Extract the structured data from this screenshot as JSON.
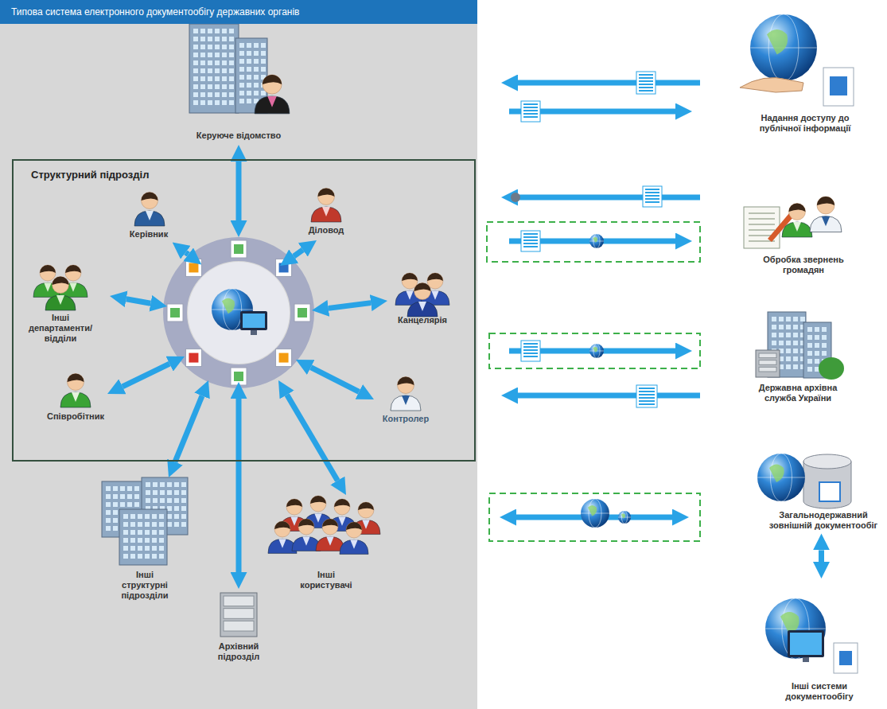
{
  "diagram": {
    "title": "Типова система електронного документообігу державних органів",
    "nodes": [
      {
        "text": [
          "Керуюче відомство"
        ]
      },
      {
        "text": [
          "Структурний підрозділ"
        ]
      },
      {
        "text": [
          "Керівник"
        ],
        "in": 1
      },
      {
        "text": [
          "Діловод"
        ],
        "in": 1
      },
      {
        "text": [
          "Інші департаменти/ відділи"
        ],
        "in": 1
      },
      {
        "text": [
          "Канцелярія"
        ],
        "in": 1
      },
      {
        "text": [
          "Співробітник"
        ],
        "in": 1
      },
      {
        "text": [
          "Контролер"
        ],
        "in": 1
      },
      {
        "text": [
          "Інші структурні підрозділи"
        ]
      },
      {
        "text": [
          "Архівний підрозділ"
        ]
      },
      {
        "text": [
          "Інші користувачі"
        ]
      },
      {
        "text": [
          "Надання доступу до публічної інформації"
        ]
      },
      {
        "text": [
          "Обробка звернень громадян"
        ]
      },
      {
        "text": [
          "Державна архівна служба України"
        ]
      },
      {
        "text": [
          "Загальнодержавний зовнішній документообіг"
        ]
      },
      {
        "text": [
          "Інші системи документообігу"
        ]
      }
    ],
    "edges": [
      {
        "from": 14,
        "to": 15,
        "arrow": "both"
      }
    ]
  }
}
